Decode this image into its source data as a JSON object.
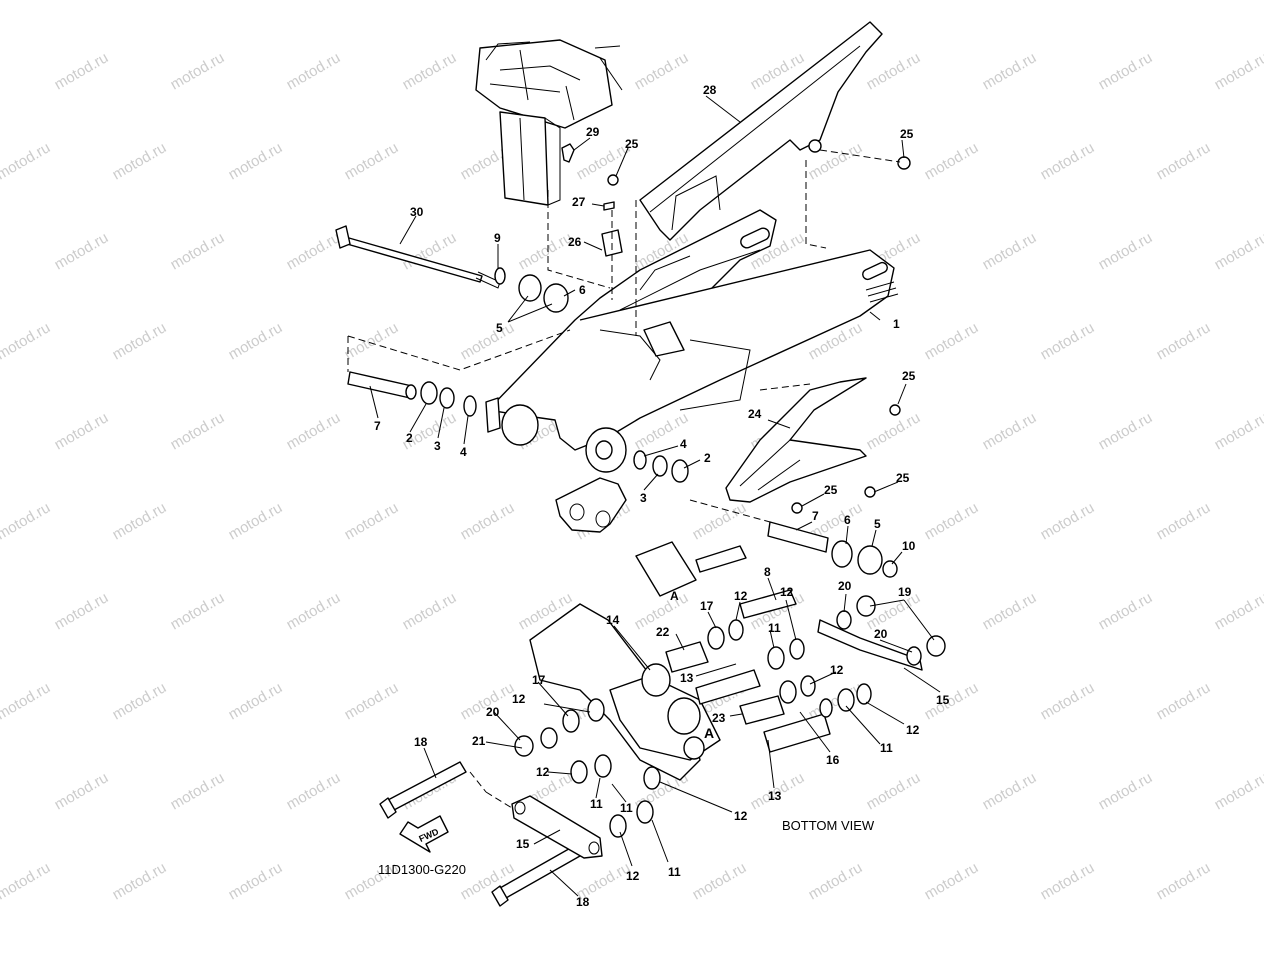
{
  "diagram": {
    "watermark": "motod.ru",
    "drawing_code": "11D1300-G220",
    "view_label": "BOTTOM VIEW",
    "detail_marker": "A",
    "fwd_marker": "FWD",
    "callouts": [
      "1",
      "2",
      "3",
      "4",
      "5",
      "6",
      "7",
      "8",
      "9",
      "10",
      "11",
      "12",
      "13",
      "14",
      "15",
      "16",
      "17",
      "18",
      "19",
      "20",
      "21",
      "22",
      "23",
      "24",
      "25",
      "26",
      "27",
      "28",
      "29",
      "30"
    ],
    "colors": {
      "line": "#000000",
      "background": "#ffffff",
      "watermark": "#cccccc"
    }
  }
}
